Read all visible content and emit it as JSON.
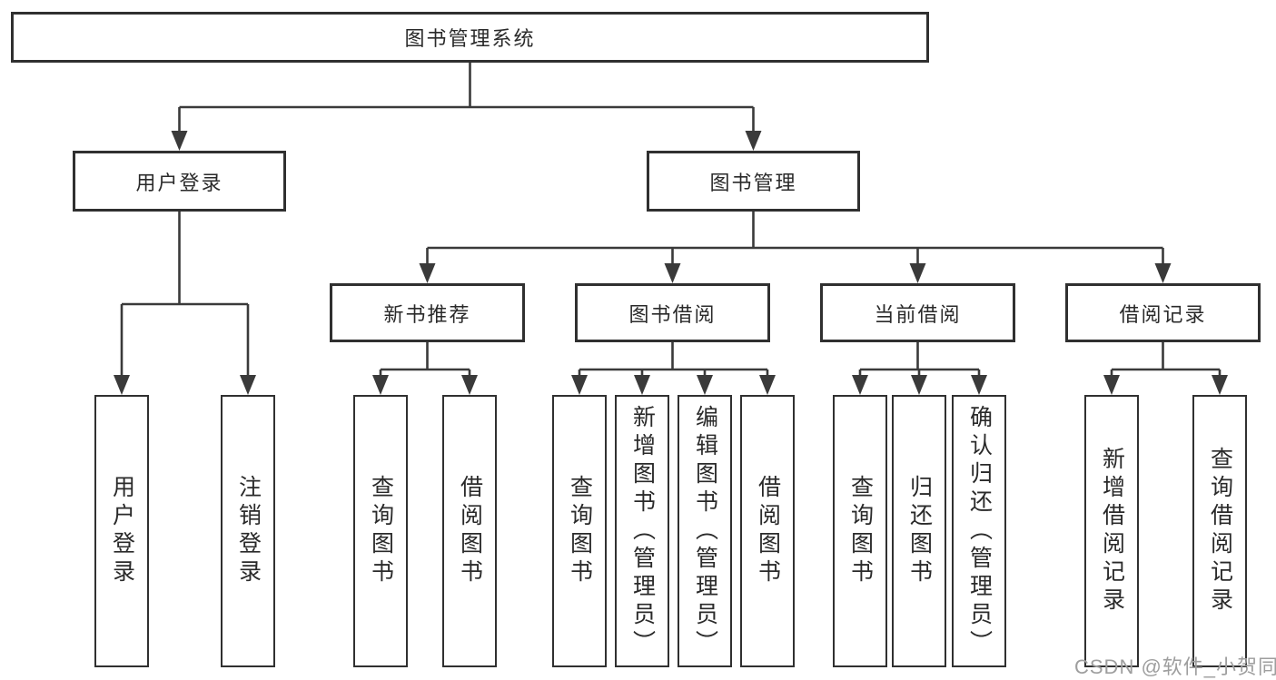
{
  "colors": {
    "line": "#3a3a3a",
    "box_border": "#303030",
    "text": "#2a2a2a",
    "watermark": "#9e9e9e",
    "background": "#ffffff"
  },
  "watermark": "CSDN @软件_小贺同学",
  "tree": {
    "root": {
      "label": "图书管理系统",
      "children": [
        {
          "label": "用户登录",
          "children": [
            {
              "label": "用户登录"
            },
            {
              "label": "注销登录"
            }
          ]
        },
        {
          "label": "图书管理",
          "children": [
            {
              "label": "新书推荐",
              "children": [
                {
                  "label": "查询图书"
                },
                {
                  "label": "借阅图书"
                }
              ]
            },
            {
              "label": "图书借阅",
              "children": [
                {
                  "label": "查询图书"
                },
                {
                  "label": "新增图书（管理员）"
                },
                {
                  "label": "编辑图书（管理员）"
                },
                {
                  "label": "借阅图书"
                }
              ]
            },
            {
              "label": "当前借阅",
              "children": [
                {
                  "label": "查询图书"
                },
                {
                  "label": "归还图书"
                },
                {
                  "label": "确认归还（管理员）"
                }
              ]
            },
            {
              "label": "借阅记录",
              "children": [
                {
                  "label": "新增借阅记录"
                },
                {
                  "label": "查询借阅记录"
                }
              ]
            }
          ]
        }
      ]
    }
  }
}
